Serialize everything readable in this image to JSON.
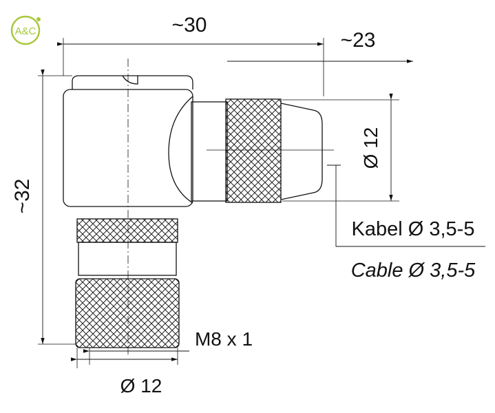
{
  "logo": {
    "text": "A&C",
    "color": "#a8c83c"
  },
  "dimensions": {
    "width_total": "~30",
    "width_partial": "~23",
    "height_total": "~32",
    "cable_nut_diameter": "Ø 12",
    "thread": "M8 x 1",
    "socket_nut_diameter": "Ø 12"
  },
  "cable_label": {
    "de": "Kabel Ø 3,5-5",
    "en": "Cable Ø 3,5-5"
  }
}
